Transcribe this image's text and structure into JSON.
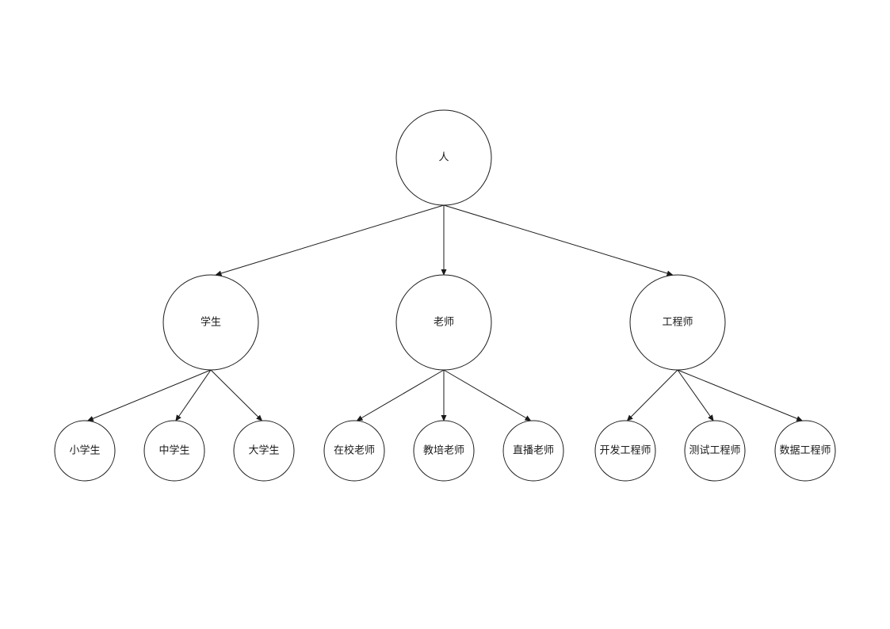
{
  "diagram": {
    "type": "tree",
    "colors": {
      "stroke": "#1a1a1a",
      "fill": "#ffffff",
      "text": "#1a1a1a"
    },
    "nodes": [
      {
        "id": "root",
        "label": "人"
      },
      {
        "id": "student",
        "label": "学生"
      },
      {
        "id": "teacher",
        "label": "老师"
      },
      {
        "id": "engineer",
        "label": "工程师"
      },
      {
        "id": "primary",
        "label": "小学生"
      },
      {
        "id": "middle",
        "label": "中学生"
      },
      {
        "id": "college",
        "label": "大学生"
      },
      {
        "id": "school-teacher",
        "label": "在校老师"
      },
      {
        "id": "training-teacher",
        "label": "教培老师"
      },
      {
        "id": "live-teacher",
        "label": "直播老师"
      },
      {
        "id": "dev-engineer",
        "label": "开发工程师"
      },
      {
        "id": "test-engineer",
        "label": "测试工程师"
      },
      {
        "id": "data-engineer",
        "label": "数据工程师"
      }
    ],
    "edges": [
      {
        "from": "root",
        "to": "student"
      },
      {
        "from": "root",
        "to": "teacher"
      },
      {
        "from": "root",
        "to": "engineer"
      },
      {
        "from": "student",
        "to": "primary"
      },
      {
        "from": "student",
        "to": "middle"
      },
      {
        "from": "student",
        "to": "college"
      },
      {
        "from": "teacher",
        "to": "school-teacher"
      },
      {
        "from": "teacher",
        "to": "training-teacher"
      },
      {
        "from": "teacher",
        "to": "live-teacher"
      },
      {
        "from": "engineer",
        "to": "dev-engineer"
      },
      {
        "from": "engineer",
        "to": "test-engineer"
      },
      {
        "from": "engineer",
        "to": "data-engineer"
      }
    ]
  }
}
